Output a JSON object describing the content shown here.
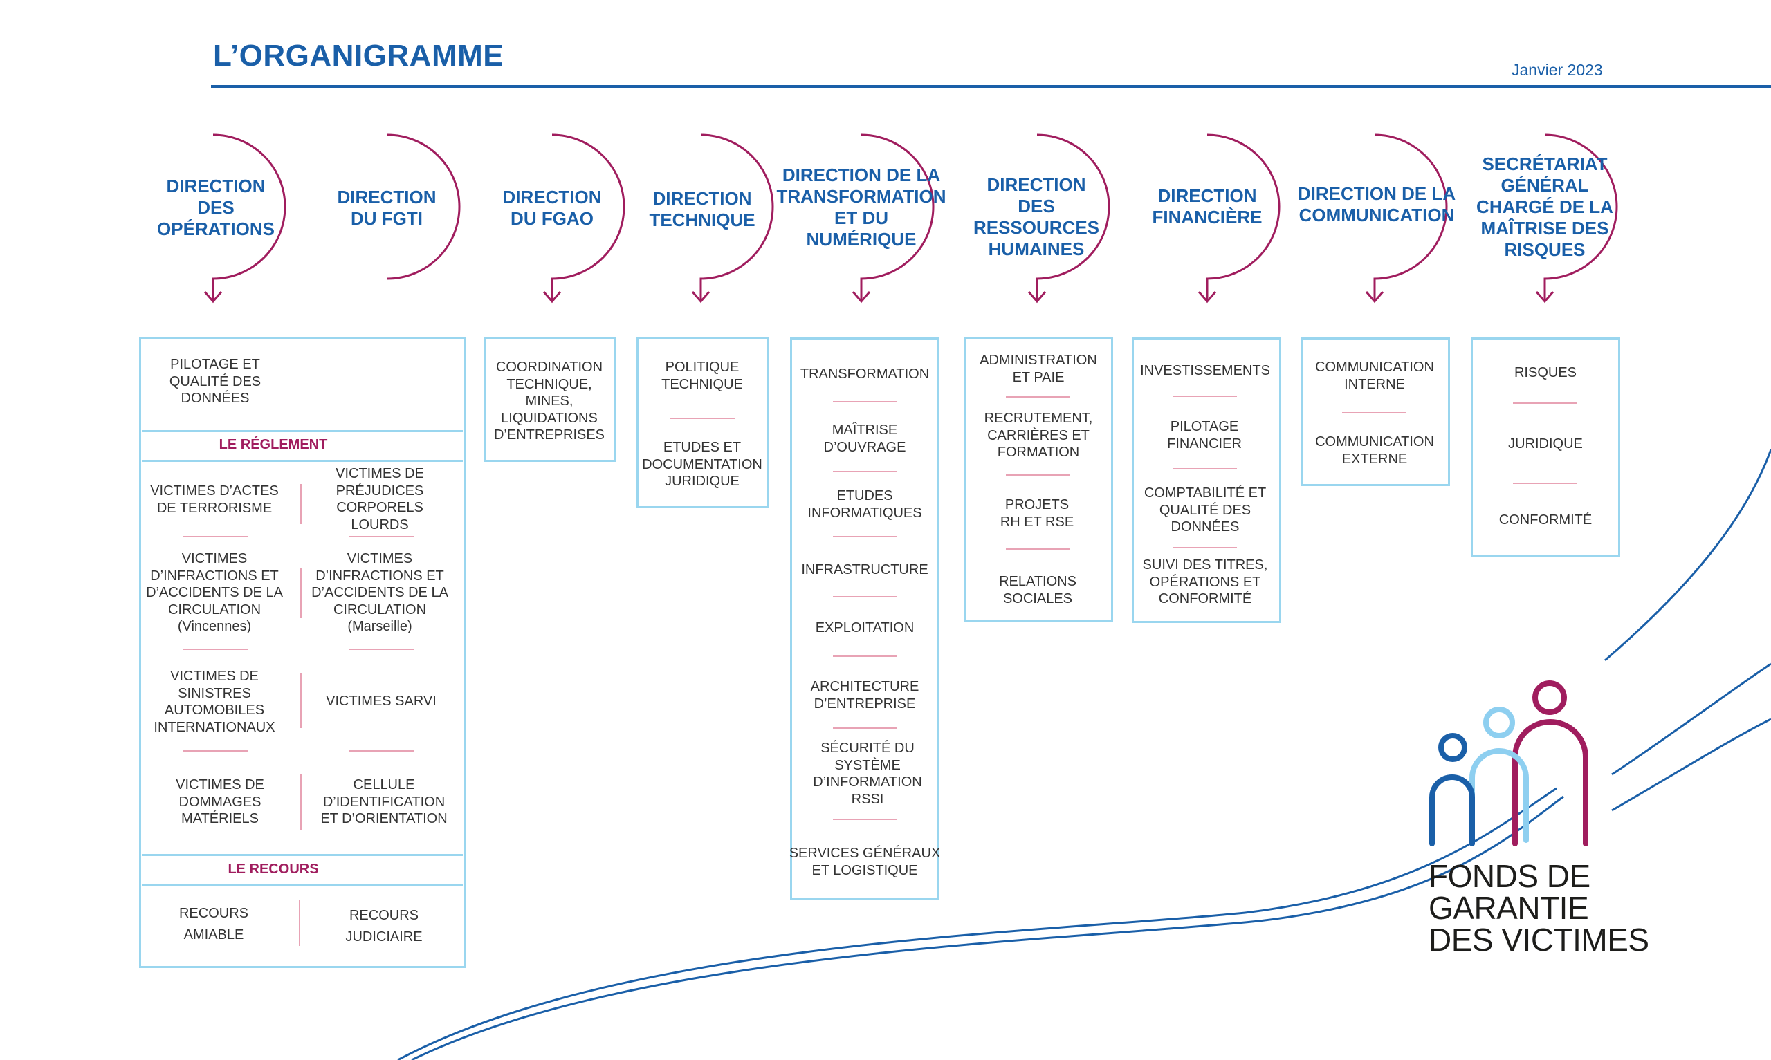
{
  "header": {
    "title": "L’ORGANIGRAMME",
    "date": "Janvier 2023"
  },
  "directions": [
    {
      "label": "DIRECTION\nDES\nOPÉRATIONS"
    },
    {
      "label": "DIRECTION\nDU FGTI"
    },
    {
      "label": "DIRECTION\nDU FGAO"
    },
    {
      "label": "DIRECTION\nTECHNIQUE"
    },
    {
      "label": "DIRECTION DE LA\nTRANSFORMATION\nET DU\nNUMÉRIQUE"
    },
    {
      "label": "DIRECTION DES\nRESSOURCES\nHUMAINES"
    },
    {
      "label": "DIRECTION\nFINANCIÈRE"
    },
    {
      "label": "DIRECTION DE LA\nCOMMUNICATION"
    },
    {
      "label": "SECRÉTARIAT\nGÉNÉRAL\nCHARGÉ DE LA\nMAÎTRISE DES\nRISQUES"
    }
  ],
  "operations": {
    "pilotage": "PILOTAGE ET\nQUALITÉ DES\nDONNÉES",
    "reglement_label": "LE RÉGLEMENT",
    "reglement_left": [
      "VICTIMES D’ACTES\nDE TERRORISME",
      "VICTIMES\nD’INFRACTIONS ET\nD’ACCIDENTS DE LA\nCIRCULATION\n(Vincennes)",
      "VICTIMES DE\nSINISTRES\nAUTOMOBILES\nINTERNATIONAUX",
      "VICTIMES DE\nDOMMAGES\nMATÉRIELS"
    ],
    "reglement_right": [
      "VICTIMES DE\nPRÉJUDICES\nCORPORELS\nLOURDS",
      "VICTIMES\nD’INFRACTIONS ET\nD’ACCIDENTS DE LA\nCIRCULATION\n(Marseille)",
      "VICTIMES SARVI",
      "CELLULE\nD’IDENTIFICATION\nET D’ORIENTATION"
    ],
    "recours_label": "LE RECOURS",
    "recours": [
      "RECOURS\nAMIABLE",
      "RECOURS\nJUDICIAIRE"
    ]
  },
  "fgao": [
    "COORDINATION\nTECHNIQUE,\nMINES,\nLIQUIDATIONS\nD’ENTREPRISES"
  ],
  "technique": [
    "POLITIQUE\nTECHNIQUE",
    "ETUDES ET\nDOCUMENTATION\nJURIDIQUE"
  ],
  "numerique": [
    "TRANSFORMATION",
    "MAÎTRISE\nD’OUVRAGE",
    "ETUDES\nINFORMATIQUES",
    "INFRASTRUCTURE",
    "EXPLOITATION",
    "ARCHITECTURE\nD’ENTREPRISE",
    "SÉCURITÉ DU\nSYSTÈME\nD’INFORMATION\nRSSI",
    "SERVICES GÉNÉRAUX\nET LOGISTIQUE"
  ],
  "rh": [
    "ADMINISTRATION\nET PAIE",
    "RECRUTEMENT,\nCARRIÈRES ET\nFORMATION",
    "PROJETS\nRH ET RSE",
    "RELATIONS\nSOCIALES"
  ],
  "financiere": [
    "INVESTISSEMENTS",
    "PILOTAGE\nFINANCIER",
    "COMPTABILITÉ ET\nQUALITÉ DES\nDONNÉES",
    "SUIVI DES TITRES,\nOPÉRATIONS ET\nCONFORMITÉ"
  ],
  "communication": [
    "COMMUNICATION\nINTERNE",
    "COMMUNICATION\nEXTERNE"
  ],
  "risques": [
    "RISQUES",
    "JURIDIQUE",
    "CONFORMITÉ"
  ],
  "logo": {
    "text": "FONDS DE\nGARANTIE\nDES VICTIMES"
  },
  "colors": {
    "blue": "#1a5fa8",
    "magenta": "#a01d5e",
    "light_blue": "#9ad6ef",
    "logo_light_blue": "#8ecff0",
    "separator": "#e8a3b5"
  }
}
